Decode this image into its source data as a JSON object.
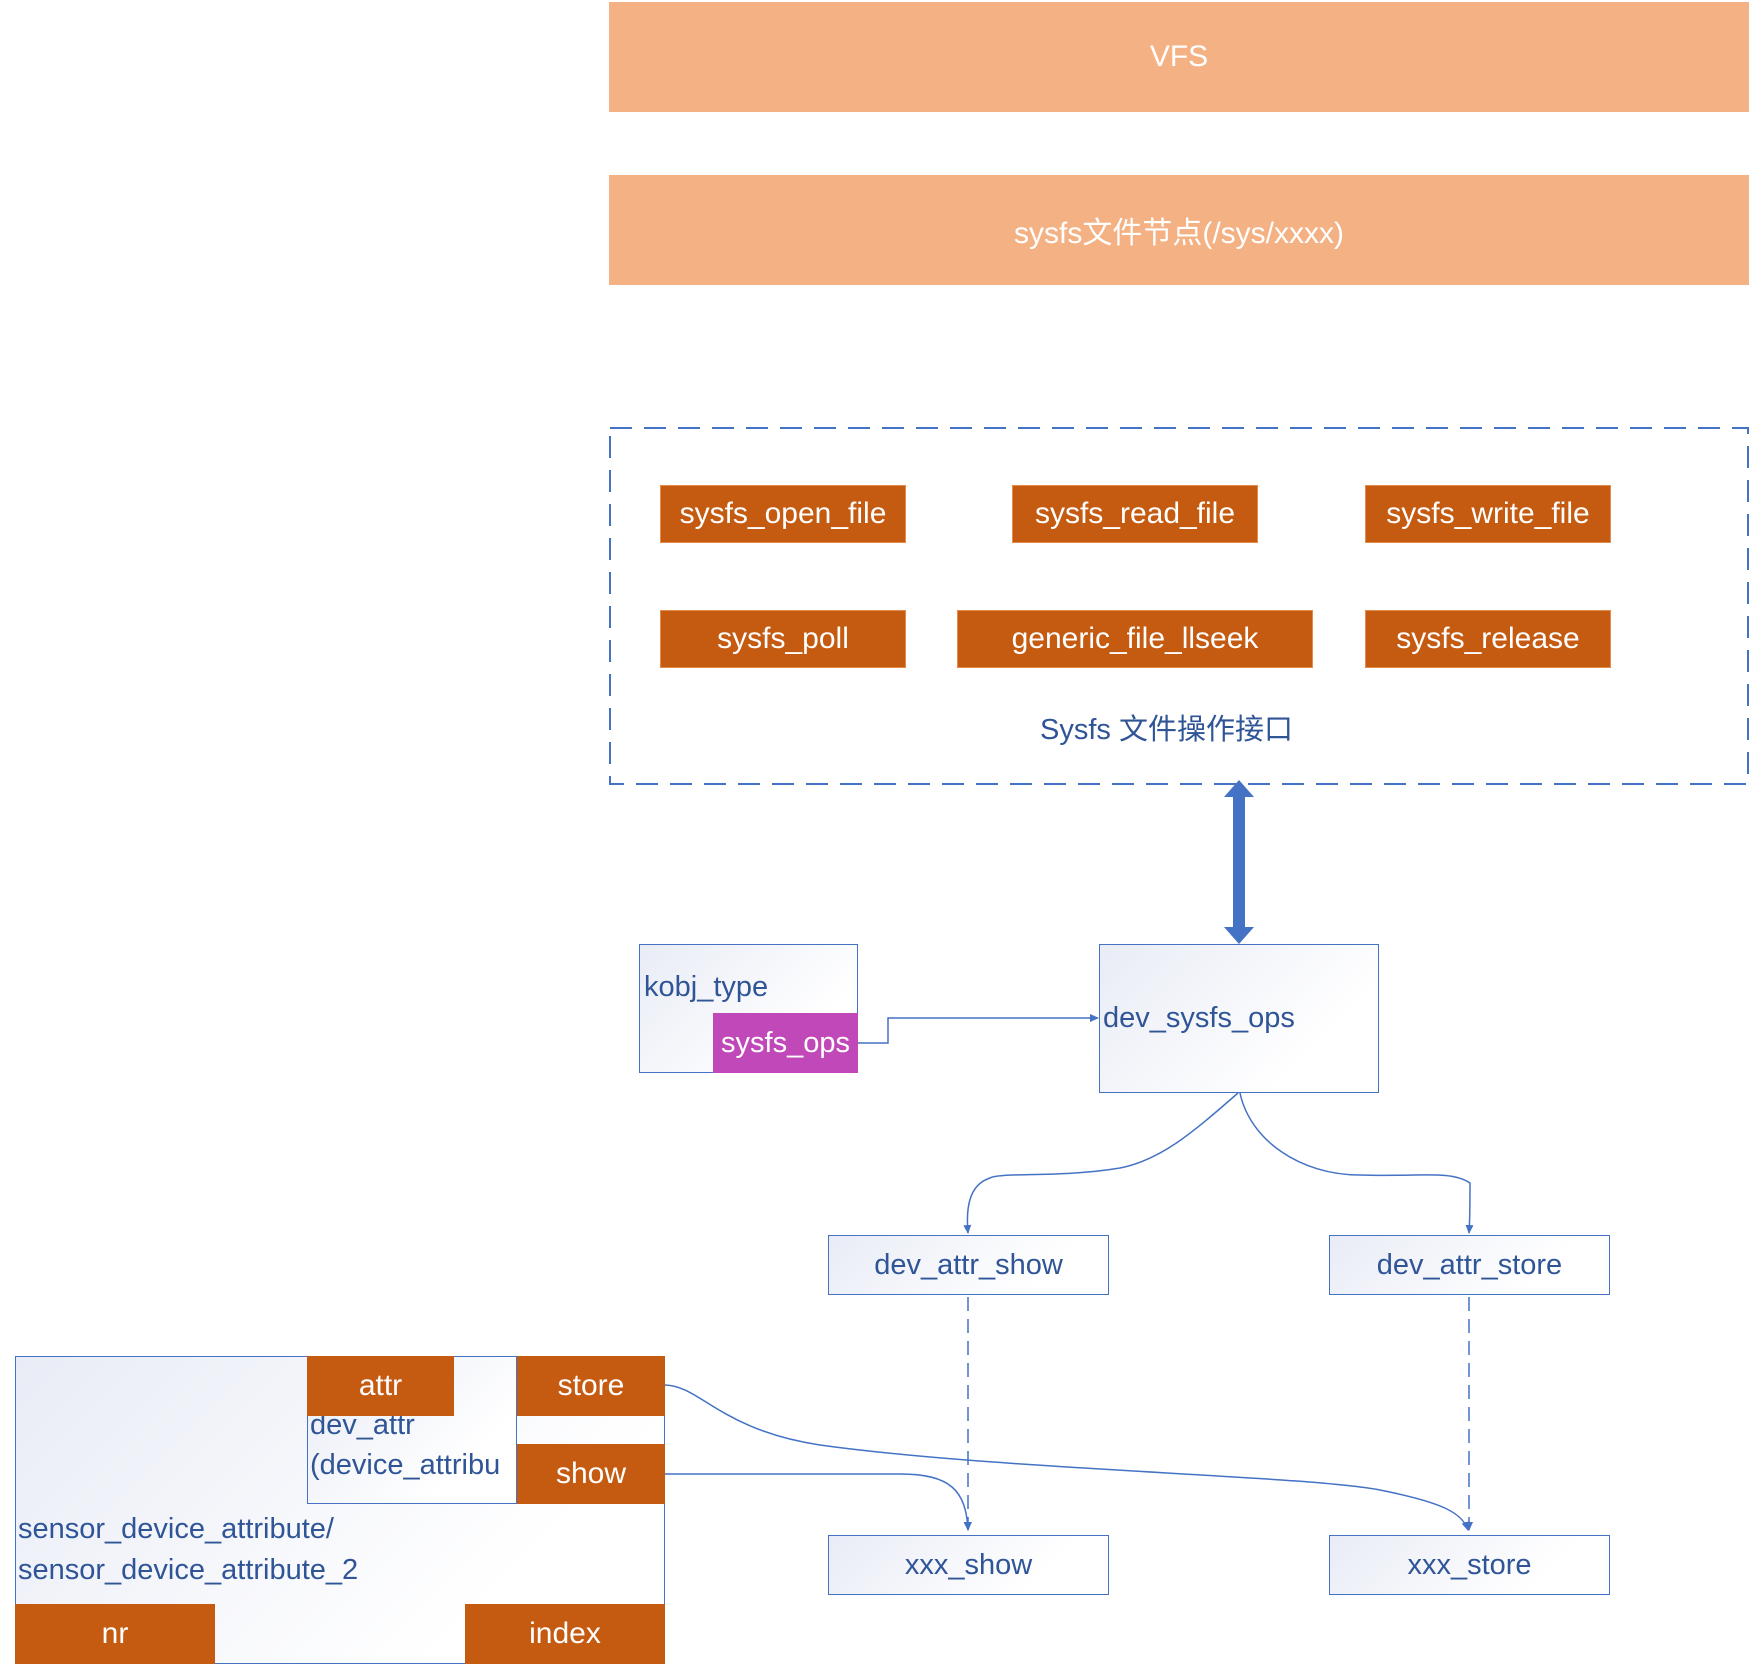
{
  "layers": {
    "vfs": "VFS",
    "sysfs_node": "sysfs文件节点(/sys/xxxx)"
  },
  "ops_group": {
    "caption": "Sysfs 文件操作接口",
    "functions": [
      "sysfs_open_file",
      "sysfs_read_file",
      "sysfs_write_file",
      "sysfs_poll",
      "generic_file_llseek",
      "sysfs_release"
    ]
  },
  "kobj_type": {
    "label": "kobj_type",
    "field": "sysfs_ops"
  },
  "dev_sysfs_ops": "dev_sysfs_ops",
  "handlers": {
    "show": "dev_attr_show",
    "store": "dev_attr_store"
  },
  "impls": {
    "show": "xxx_show",
    "store": "xxx_store"
  },
  "sensor": {
    "label_line1": "sensor_device_attribute/",
    "label_line2": "sensor_device_attribute_2",
    "attr": "attr",
    "dev_attr_line1": "dev_attr",
    "dev_attr_line2": "(device_attribu",
    "store": "store",
    "show": "show",
    "nr": "nr",
    "index": "index"
  },
  "colors": {
    "layer_fill": "#f4b183",
    "function_fill": "#c55a11",
    "accent_blue": "#4472c4",
    "text_blue": "#2f5597",
    "sysfs_ops_fill": "#c048b8"
  }
}
